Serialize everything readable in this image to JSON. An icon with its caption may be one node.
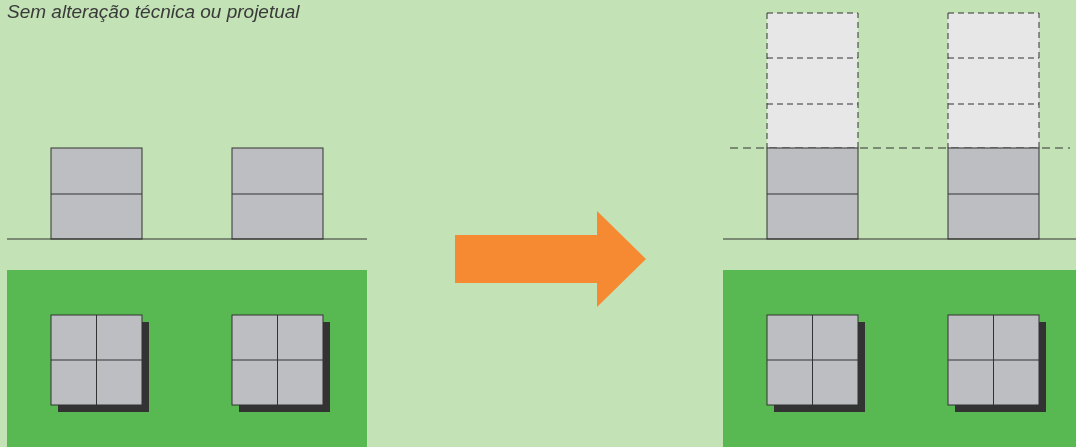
{
  "diagram": {
    "nodes": [
      {
        "text": [],
        "shape": "picture"
      },
      {
        "text": [],
        "shape": "picture"
      }
    ],
    "edges": [
      {
        "from": 0,
        "to": 1,
        "arrow": "to",
        "style": "thick",
        "color": "#f58a33"
      }
    ],
    "labels": [
      "Sem alteração técnica ou projetual"
    ]
  }
}
